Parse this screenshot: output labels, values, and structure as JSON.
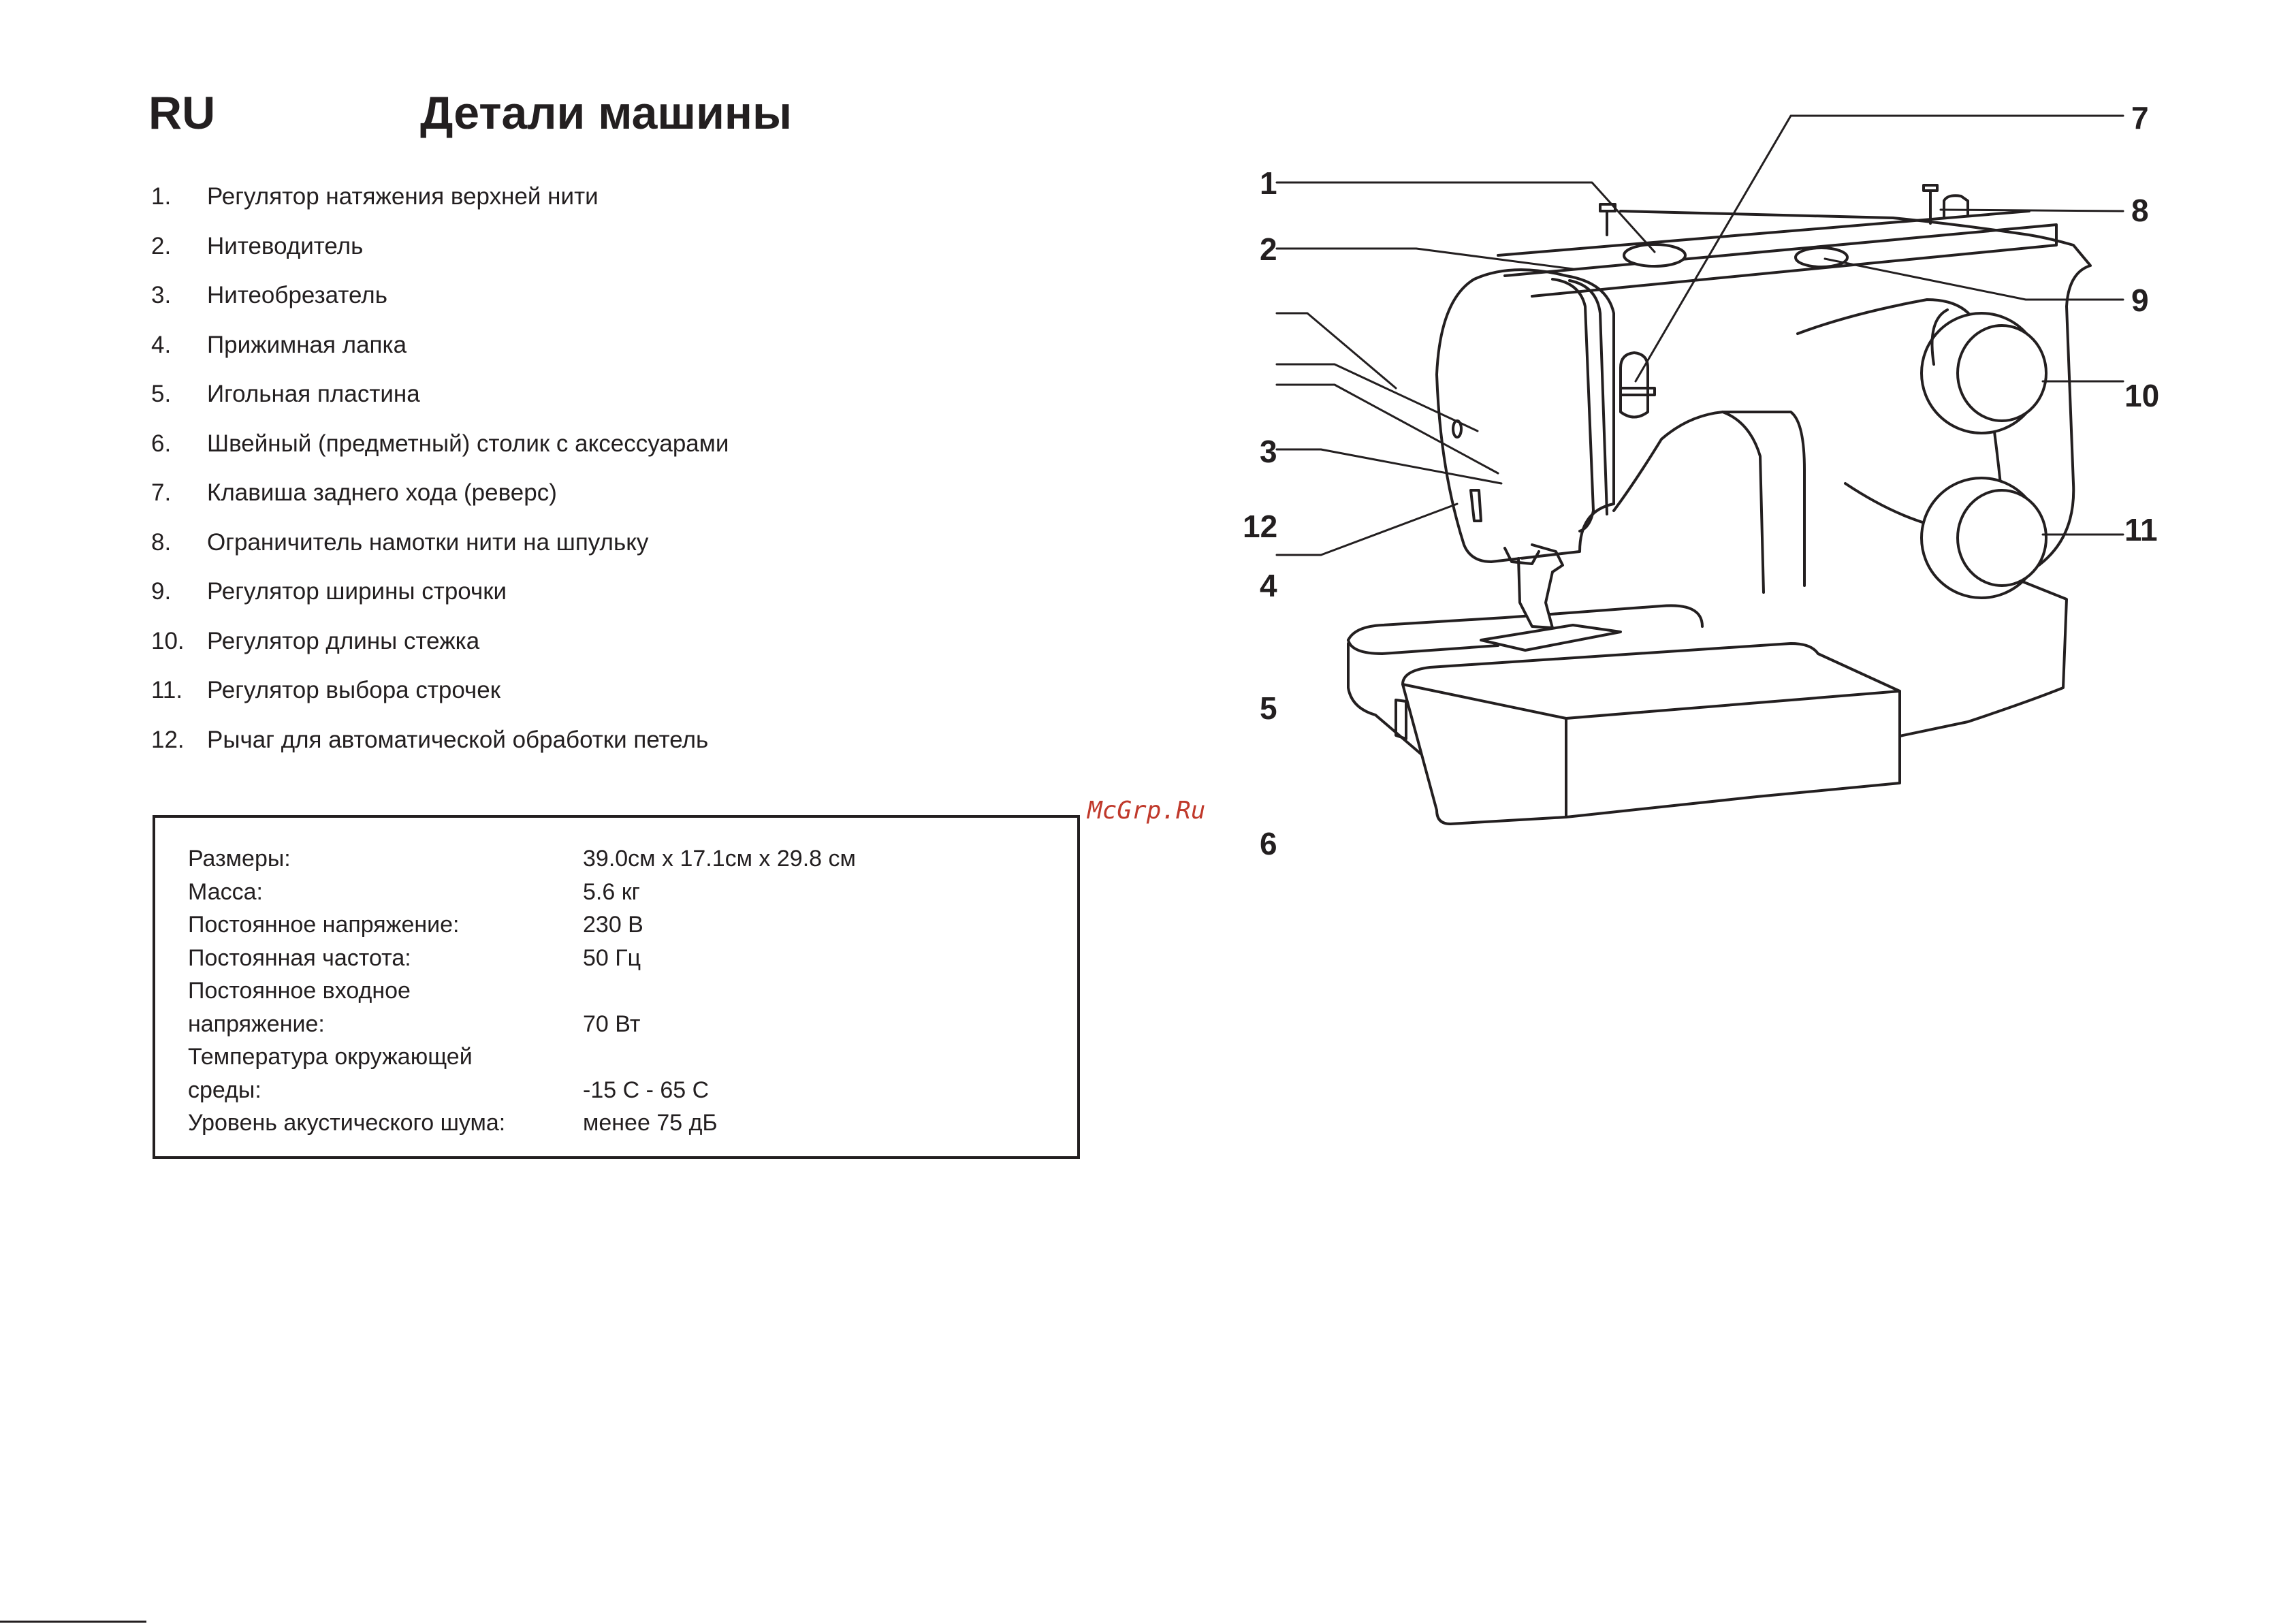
{
  "header": {
    "language": "RU",
    "title": "Детали машины"
  },
  "parts": [
    {
      "num": "1.",
      "label": "Регулятор натяжения верхней нити"
    },
    {
      "num": "2.",
      "label": "Нитеводитель"
    },
    {
      "num": "3.",
      "label": "Нитеобрезатель"
    },
    {
      "num": "4.",
      "label": "Прижимная лапка"
    },
    {
      "num": "5.",
      "label": "Игольная пластина"
    },
    {
      "num": "6.",
      "label": "Швейный (предметный) столик с аксессуарами"
    },
    {
      "num": "7.",
      "label": "Клавиша заднего хода (реверс)"
    },
    {
      "num": "8.",
      "label": "Ограничитель намотки нити на шпульку"
    },
    {
      "num": "9.",
      "label": "Регулятор ширины строчки"
    },
    {
      "num": "10.",
      "label": "Регулятор длины стежка"
    },
    {
      "num": "11.",
      "label": "Регулятор выбора строчек"
    },
    {
      "num": "12.",
      "label": "Рычаг для автоматической обработки петель"
    }
  ],
  "specs": [
    {
      "label": "Размеры:",
      "value": "39.0см x 17.1см x 29.8 см"
    },
    {
      "label": "Масса:",
      "value": "5.6 кг"
    },
    {
      "label": "Постоянное напряжение:",
      "value": "230 В"
    },
    {
      "label": "Постоянная частота:",
      "value": "50 Гц"
    },
    {
      "label": "Постоянное входное\nнапряжение:",
      "value": "70 Вт"
    },
    {
      "label": "Температура окружающей\nсреды:",
      "value": "-15 С - 65 С"
    },
    {
      "label": "Уровень акустического шума:",
      "value": "менее 75 дБ"
    }
  ],
  "watermark": "McGrp.Ru",
  "diagram": {
    "callouts": [
      "1",
      "2",
      "3",
      "12",
      "4",
      "5",
      "6",
      "7",
      "8",
      "9",
      "10",
      "11"
    ]
  },
  "colors": {
    "text": "#231f20",
    "watermark": "#c0392b",
    "machine_fill": "#ffffff"
  }
}
